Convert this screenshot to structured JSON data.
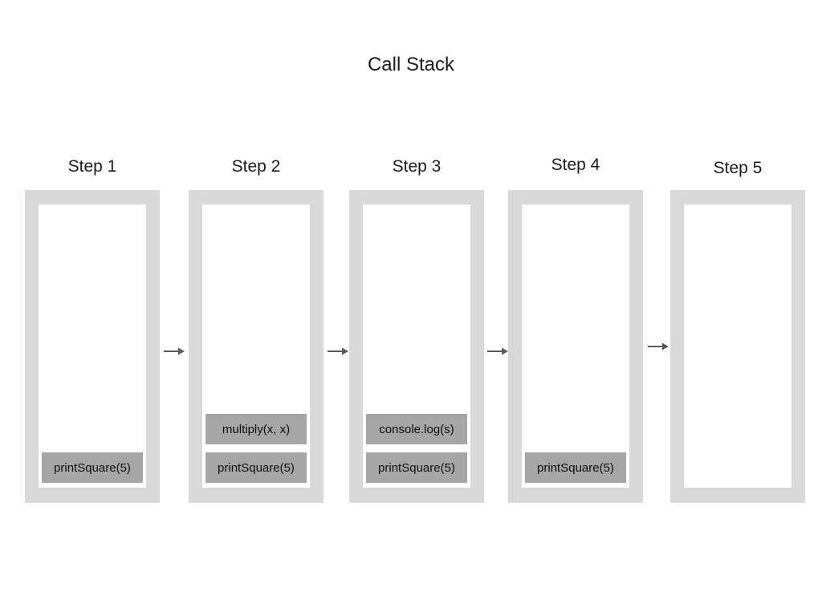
{
  "title": "Call Stack",
  "steps": [
    {
      "label": "Step 1",
      "frames": [
        "printSquare(5)"
      ]
    },
    {
      "label": "Step 2",
      "frames": [
        "multiply(x, x)",
        "printSquare(5)"
      ]
    },
    {
      "label": "Step 3",
      "frames": [
        "console.log(s)",
        "printSquare(5)"
      ]
    },
    {
      "label": "Step 4",
      "frames": [
        "printSquare(5)"
      ]
    },
    {
      "label": "Step 5",
      "frames": []
    }
  ],
  "icons": {
    "arrow_right": "→"
  },
  "colors": {
    "container_gray": "#d9d9d9",
    "frame_gray": "#a6a6a6",
    "arrow_gray": "#595959",
    "text_dark": "#1c1c1c"
  }
}
